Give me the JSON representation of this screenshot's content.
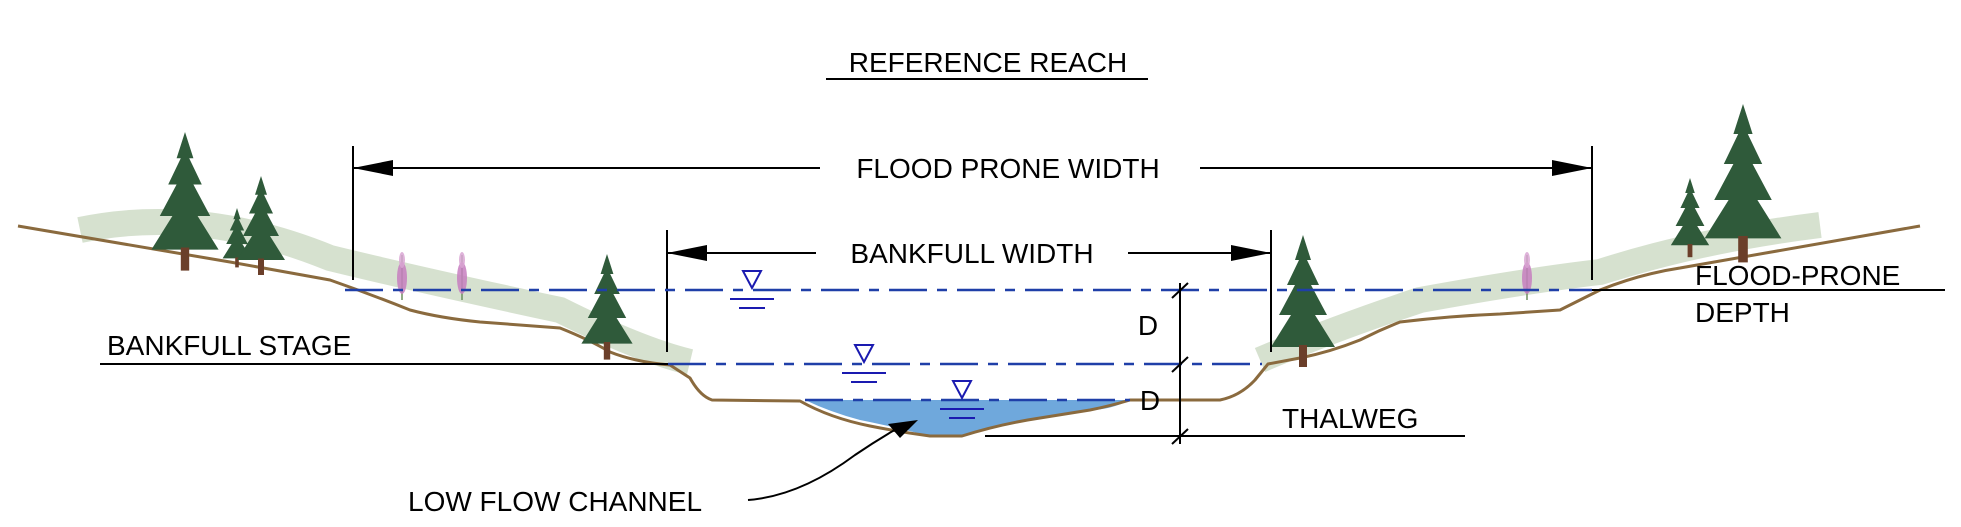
{
  "title": "REFERENCE REACH",
  "labels": {
    "flood_prone_width": "FLOOD PRONE WIDTH",
    "bankfull_width": "BANKFULL WIDTH",
    "bankfull_stage": "BANKFULL STAGE",
    "flood_prone_depth_line1": "FLOOD-PRONE",
    "flood_prone_depth_line2": "DEPTH",
    "depth_upper": "D",
    "depth_lower": "D",
    "thalweg": "THALWEG",
    "low_flow_channel": "LOW FLOW CHANNEL"
  },
  "water_surface_symbols": [
    "flood-prone-stage",
    "bankfull-stage",
    "low-flow-stage"
  ],
  "colors": {
    "water_fill": "#6fa8dc",
    "water_line": "#1f3fa8",
    "ground": "#8a6a3e",
    "tree": "#2f5a3a",
    "trunk": "#6b3f2a",
    "grass": "#9cb890",
    "flower": "#c77ec0"
  }
}
